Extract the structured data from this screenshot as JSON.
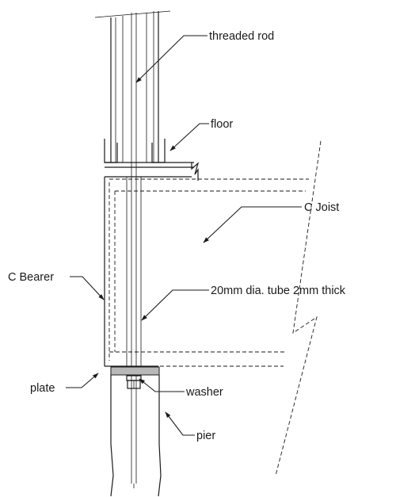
{
  "labels": {
    "threaded_rod": "threaded rod",
    "floor": "floor",
    "c_joist": "C Joist",
    "c_bearer": "C Bearer",
    "tube": "20mm dia. tube 2mm thick",
    "plate": "plate",
    "washer": "washer",
    "pier": "pier"
  },
  "colors": {
    "ink": "#1a1a1a",
    "plate_fill": "#b8b8b8",
    "background": "#ffffff"
  }
}
